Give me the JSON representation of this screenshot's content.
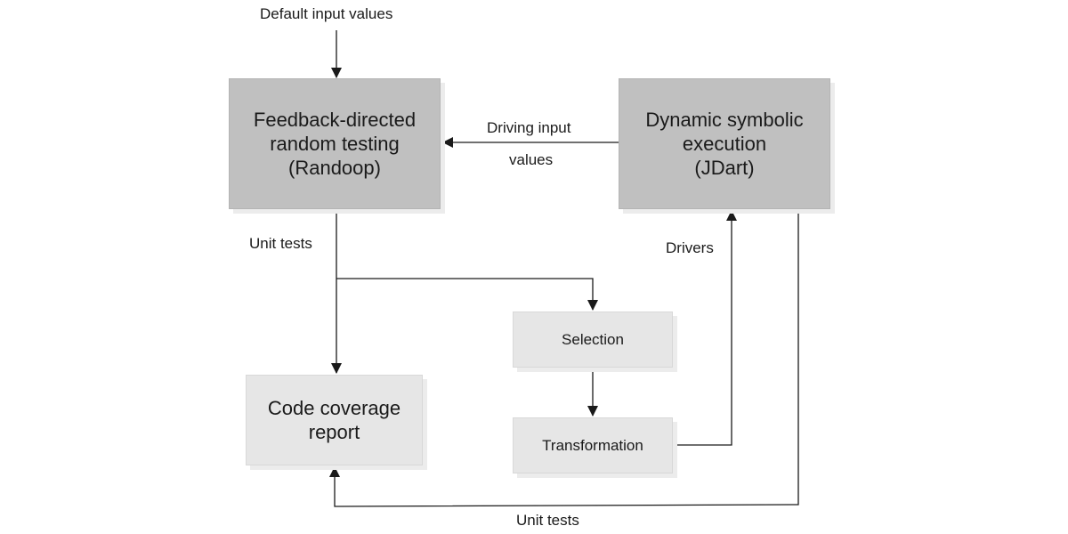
{
  "nodes": {
    "randoop": {
      "lines": [
        "Feedback-directed",
        "random testing",
        "(Randoop)"
      ]
    },
    "jdart": {
      "lines": [
        "Dynamic symbolic",
        "execution",
        "(JDart)"
      ]
    },
    "coverage": {
      "lines": [
        "Code coverage",
        "report"
      ]
    },
    "selection": {
      "label": "Selection"
    },
    "transformation": {
      "label": "Transformation"
    }
  },
  "edge_labels": {
    "default_input": "Default input values",
    "driving_input_line1": "Driving input",
    "driving_input_line2": "values",
    "unit_tests_left": "Unit tests",
    "drivers": "Drivers",
    "unit_tests_bottom": "Unit tests"
  },
  "colors": {
    "primary_box": "#c0c0c0",
    "secondary_box": "#e6e6e6",
    "line": "#1a1a1a"
  }
}
